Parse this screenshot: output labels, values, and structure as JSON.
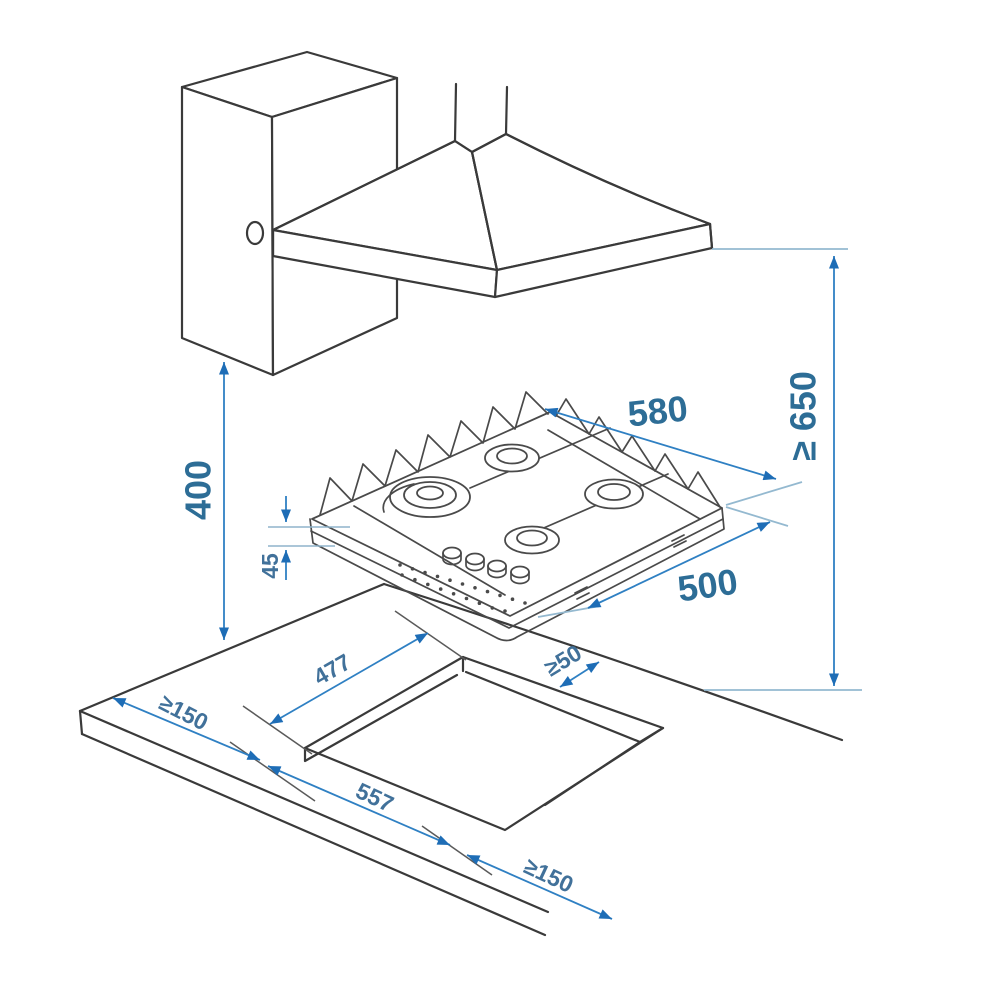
{
  "figure": {
    "labels": {
      "hob_width": "580",
      "hob_depth": "500",
      "hood_clearance": "≥ 650",
      "cabinet_clearance": "400",
      "hob_thickness": "45",
      "cutout_depth": "477",
      "cutout_back_margin": "≥50",
      "cutout_left_margin": "≥150",
      "cutout_width": "557",
      "cutout_front_margin": "≥150"
    },
    "colors": {
      "background": "#ffffff",
      "line_art": "#3a3a3a",
      "hob_line_art": "#4a4a4a",
      "dimension_line": "#2f80c3",
      "dimension_arrow": "#1e6db6",
      "extension_line": "#94b9d0",
      "label_large": "#2d6d96",
      "label_small": "#41719a"
    }
  }
}
